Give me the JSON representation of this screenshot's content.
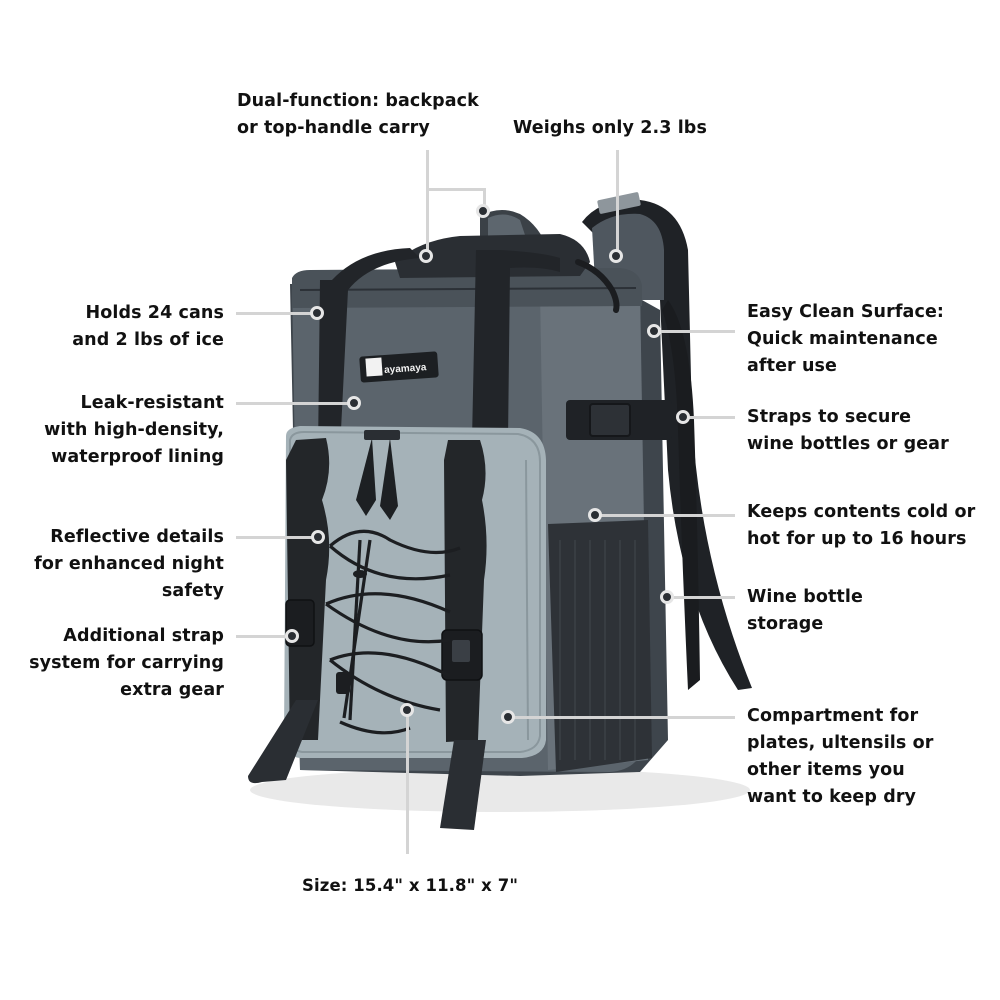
{
  "product": {
    "brand_logo_text": "ayamaya",
    "colors": {
      "body_dark_gray": "#5b646c",
      "body_shadow": "#3e454c",
      "front_pocket_light_gray": "#a5b2b8",
      "strap_black": "#232629",
      "mesh_dark": "#2e3237",
      "callout_line": "#d4d4d4",
      "text": "#111111"
    }
  },
  "callouts": {
    "top_left": {
      "lines": [
        "Dual-function: backpack",
        "or top-handle carry"
      ]
    },
    "top_right": {
      "lines": [
        "Weighs only 2.3 lbs"
      ]
    },
    "left_1": {
      "lines": [
        "Holds 24 cans",
        "and 2 lbs of ice"
      ]
    },
    "left_2": {
      "lines": [
        "Leak-resistant",
        "with high-density,",
        "waterproof lining"
      ]
    },
    "left_3": {
      "lines": [
        "Reflective details",
        "for enhanced night",
        "safety"
      ]
    },
    "left_4": {
      "lines": [
        "Additional strap",
        "system for carrying",
        "extra gear"
      ]
    },
    "right_1": {
      "lines": [
        "Easy Clean Surface:",
        "Quick maintenance",
        "after use"
      ]
    },
    "right_2": {
      "lines": [
        "Straps to secure",
        "wine bottles or gear"
      ]
    },
    "right_3": {
      "lines": [
        "Keeps contents cold or",
        "hot for up to 16 hours"
      ]
    },
    "right_4": {
      "lines": [
        "Wine bottle",
        "storage"
      ]
    },
    "right_5": {
      "lines": [
        "Compartment for",
        "plates, ultensils or",
        "other items you",
        "want to keep dry"
      ]
    },
    "bottom": {
      "lines": [
        "Size: 15.4\" x 11.8\" x 7\""
      ]
    }
  }
}
